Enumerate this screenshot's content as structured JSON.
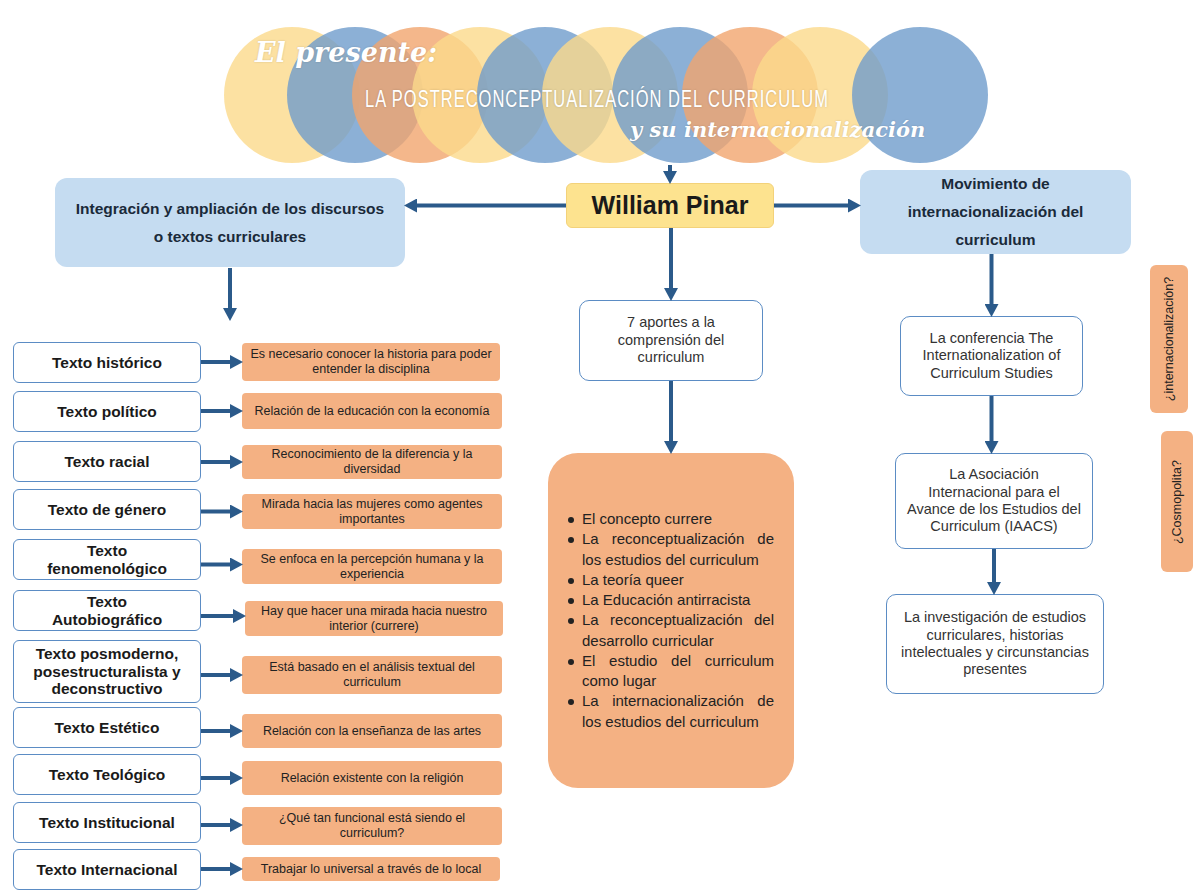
{
  "diagram": {
    "nodes": [
      {
        "text": [
          "El presente:",
          "LA POSTRECONCEPTUALIZACIÓN DEL CURRICULUM",
          "y su internacionalización"
        ]
      },
      {
        "text": [
          "Integración y ampliación de los discursos o textos curriculares"
        ]
      },
      {
        "text": [
          "William Pinar"
        ]
      },
      {
        "text": [
          "Movimiento de internacionalización del curriculum"
        ]
      },
      {
        "text": [
          "Texto histórico"
        ]
      },
      {
        "text": [
          "Es necesario conocer la historia para poder entender la disciplina"
        ]
      },
      {
        "text": [
          "Texto político"
        ]
      },
      {
        "text": [
          "Relación de la educación con la economía"
        ]
      },
      {
        "text": [
          "Texto racial"
        ]
      },
      {
        "text": [
          "Reconocimiento de la diferencia y la diversidad"
        ]
      },
      {
        "text": [
          "Texto de género"
        ]
      },
      {
        "text": [
          "Mirada hacia las mujeres como agentes importantes"
        ]
      },
      {
        "text": [
          "Texto fenomenológico"
        ]
      },
      {
        "text": [
          "Se enfoca en la percepción humana y la experiencia"
        ]
      },
      {
        "text": [
          "Texto Autobiográfico"
        ]
      },
      {
        "text": [
          "Hay que hacer una mirada hacia nuestro interior (currere)"
        ]
      },
      {
        "text": [
          "Texto posmoderno, posestructuralista y deconstructivo"
        ]
      },
      {
        "text": [
          "Está basado en el análisis textual del curriculum"
        ]
      },
      {
        "text": [
          "Texto Estético"
        ]
      },
      {
        "text": [
          "Relación con la enseñanza de las artes"
        ]
      },
      {
        "text": [
          "Texto Teológico"
        ]
      },
      {
        "text": [
          "Relación existente con la religión"
        ]
      },
      {
        "text": [
          "Texto Institucional"
        ]
      },
      {
        "text": [
          "¿Qué tan funcional está siendo el curriculum?"
        ]
      },
      {
        "text": [
          "Texto Internacional"
        ]
      },
      {
        "text": [
          "Trabajar lo universal a través de lo local"
        ]
      },
      {
        "text": [
          "7 aportes a la comprensión del curriculum"
        ]
      },
      {
        "text": [
          "El concepto currere",
          "La reconceptualización de los estudios del curriculum",
          "La teoría queer",
          "La Educación antirracista",
          "La reconceptualización del desarrollo curricular",
          "El estudio del curriculum como lugar",
          "La internacionalización de los estudios del curriculum"
        ]
      },
      {
        "text": [
          "La conferencia The Internationalization of Curriculum Studies"
        ]
      },
      {
        "text": [
          "La Asociación Internacional para el Avance de los Estudios del Curriculum (IAACS)"
        ]
      },
      {
        "text": [
          "La investigación de estudios curriculares, historias intelectuales y circunstancias presentes"
        ]
      },
      {
        "text": [
          "¿internacionalización?"
        ]
      },
      {
        "text": [
          "¿Cosmopolita?"
        ]
      }
    ],
    "edges": [
      {
        "from": 0,
        "to": 2,
        "arrow": "to"
      },
      {
        "from": 2,
        "to": 1,
        "arrow": "to"
      },
      {
        "from": 2,
        "to": 3,
        "arrow": "to"
      },
      {
        "from": 2,
        "to": 26,
        "arrow": "to"
      },
      {
        "from": 26,
        "to": 27,
        "arrow": "to"
      },
      {
        "from": 3,
        "to": 28,
        "arrow": "to"
      },
      {
        "from": 28,
        "to": 29,
        "arrow": "to"
      },
      {
        "from": 29,
        "to": 30,
        "arrow": "to"
      },
      {
        "from": 4,
        "to": 5,
        "arrow": "to"
      },
      {
        "from": 6,
        "to": 7,
        "arrow": "to"
      },
      {
        "from": 8,
        "to": 9,
        "arrow": "to"
      },
      {
        "from": 10,
        "to": 11,
        "arrow": "to"
      },
      {
        "from": 12,
        "to": 13,
        "arrow": "to"
      },
      {
        "from": 14,
        "to": 15,
        "arrow": "to"
      },
      {
        "from": 16,
        "to": 17,
        "arrow": "to"
      },
      {
        "from": 18,
        "to": 19,
        "arrow": "to"
      },
      {
        "from": 20,
        "to": 21,
        "arrow": "to"
      },
      {
        "from": 22,
        "to": 23,
        "arrow": "to"
      },
      {
        "from": 24,
        "to": 25,
        "arrow": "to"
      }
    ]
  }
}
